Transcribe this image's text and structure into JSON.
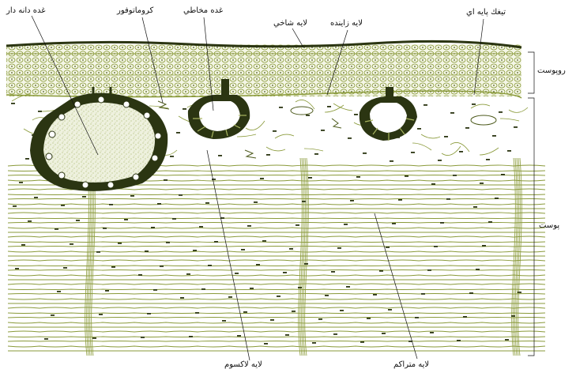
{
  "labels": {
    "granular_gland": "غده دانه دار",
    "chromatophore": "کروماتوفور",
    "mucous_gland": "غده مخاطي",
    "stratum_corneum": "لايه شاخي",
    "germinative_layer": "لايه زاينده",
    "basal_cell": "تيغك پايه اي",
    "epidermis": "روپوست",
    "dermis": "پوست",
    "spongy_layer": "لايه لاكسوم",
    "compact_layer": "لايه متراكم"
  },
  "colors": {
    "tissue": "#8a9a3a",
    "gland_dark": "#2b3512",
    "background": "#ffffff",
    "text": "#111111"
  }
}
